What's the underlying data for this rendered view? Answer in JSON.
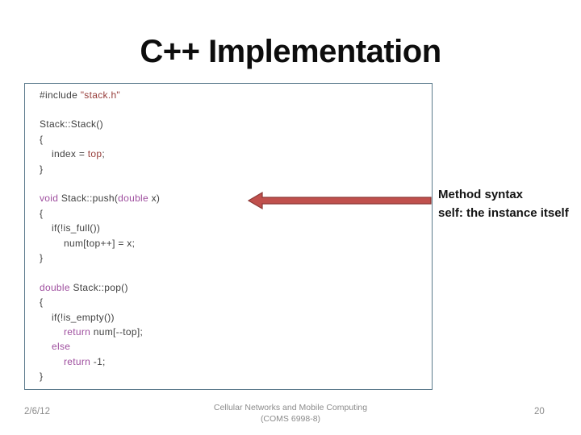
{
  "slide": {
    "title": "C++ Implementation",
    "colors": {
      "title_text": "#0d0d0d",
      "box_border": "#5b7a8c",
      "arrow_fill": "#c0504d",
      "arrow_stroke": "#8c3836",
      "callout_text": "#141414",
      "footer_text": "#8c8c8c",
      "code": {
        "plain": "#404040",
        "red": "#963c39",
        "purple": "#9e4d9e"
      }
    },
    "code_box": {
      "lines": [
        {
          "indent": 0,
          "segments": [
            {
              "text": "#include ",
              "style": "plain"
            },
            {
              "text": "\"stack.h\"",
              "style": "red"
            }
          ]
        },
        {
          "indent": 0,
          "segments": []
        },
        {
          "indent": 0,
          "segments": [
            {
              "text": "Stack::Stack()",
              "style": "plain"
            }
          ]
        },
        {
          "indent": 0,
          "segments": [
            {
              "text": "{",
              "style": "plain"
            }
          ]
        },
        {
          "indent": 1,
          "segments": [
            {
              "text": "index = ",
              "style": "plain"
            },
            {
              "text": "top",
              "style": "red"
            },
            {
              "text": ";",
              "style": "plain"
            }
          ]
        },
        {
          "indent": 0,
          "segments": [
            {
              "text": "}",
              "style": "plain"
            }
          ]
        },
        {
          "indent": 0,
          "segments": []
        },
        {
          "indent": 0,
          "segments": [
            {
              "text": "void",
              "style": "purple"
            },
            {
              "text": " Stack::push(",
              "style": "plain"
            },
            {
              "text": "double",
              "style": "purple"
            },
            {
              "text": " x)",
              "style": "plain"
            }
          ]
        },
        {
          "indent": 0,
          "segments": [
            {
              "text": "{",
              "style": "plain"
            }
          ]
        },
        {
          "indent": 1,
          "segments": [
            {
              "text": "if(!is_full())",
              "style": "plain"
            }
          ]
        },
        {
          "indent": 2,
          "segments": [
            {
              "text": "num[top++] = x;",
              "style": "plain"
            }
          ]
        },
        {
          "indent": 0,
          "segments": [
            {
              "text": "}",
              "style": "plain"
            }
          ]
        },
        {
          "indent": 0,
          "segments": []
        },
        {
          "indent": 0,
          "segments": [
            {
              "text": "double",
              "style": "purple"
            },
            {
              "text": " Stack::pop()",
              "style": "plain"
            }
          ]
        },
        {
          "indent": 0,
          "segments": [
            {
              "text": "{",
              "style": "plain"
            }
          ]
        },
        {
          "indent": 1,
          "segments": [
            {
              "text": "if(!is_empty())",
              "style": "plain"
            }
          ]
        },
        {
          "indent": 2,
          "segments": [
            {
              "text": "return",
              "style": "purple"
            },
            {
              "text": " num[--top];",
              "style": "plain"
            }
          ]
        },
        {
          "indent": 1,
          "segments": [
            {
              "text": "else",
              "style": "purple"
            }
          ]
        },
        {
          "indent": 2,
          "segments": [
            {
              "text": "return",
              "style": "purple"
            },
            {
              "text": " -1;",
              "style": "plain"
            }
          ]
        },
        {
          "indent": 0,
          "segments": [
            {
              "text": "}",
              "style": "plain"
            }
          ]
        }
      ]
    },
    "callout": {
      "line1": "Method syntax",
      "line2": "self: the instance itself"
    },
    "footer": {
      "date": "2/6/12",
      "course_line1": "Cellular Networks and Mobile Computing",
      "course_line2": "(COMS 6998-8)",
      "page_number": "20"
    }
  }
}
